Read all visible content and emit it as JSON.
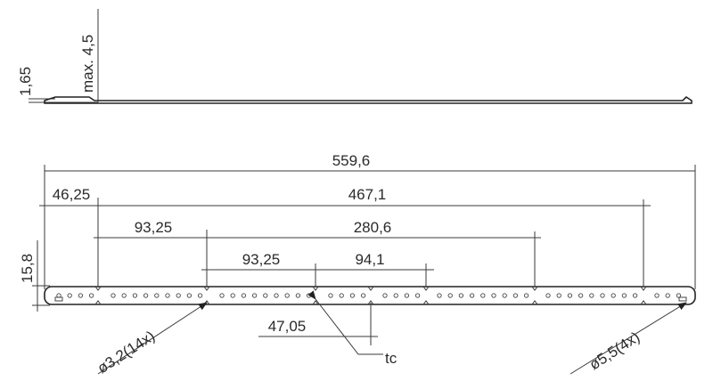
{
  "side_view": {
    "thickness_label": "1,65",
    "max_height_label": "max. 4,5"
  },
  "top_view": {
    "overall_length_label": "559,6",
    "strip_width_label": "15,8",
    "dim_46_label": "46,25",
    "dim_467_label": "467,1",
    "dim_93a_label": "93,25",
    "dim_280_label": "280,6",
    "dim_93b_label": "93,25",
    "dim_94_label": "94,1",
    "dim_47_label": "47,05",
    "small_hole_label": "ø3,2(14x)",
    "large_hole_label": "ø5,5(4x)",
    "tc_label": "tc"
  },
  "colors": {
    "line": "#3a3a3a",
    "strip": "#222222"
  }
}
